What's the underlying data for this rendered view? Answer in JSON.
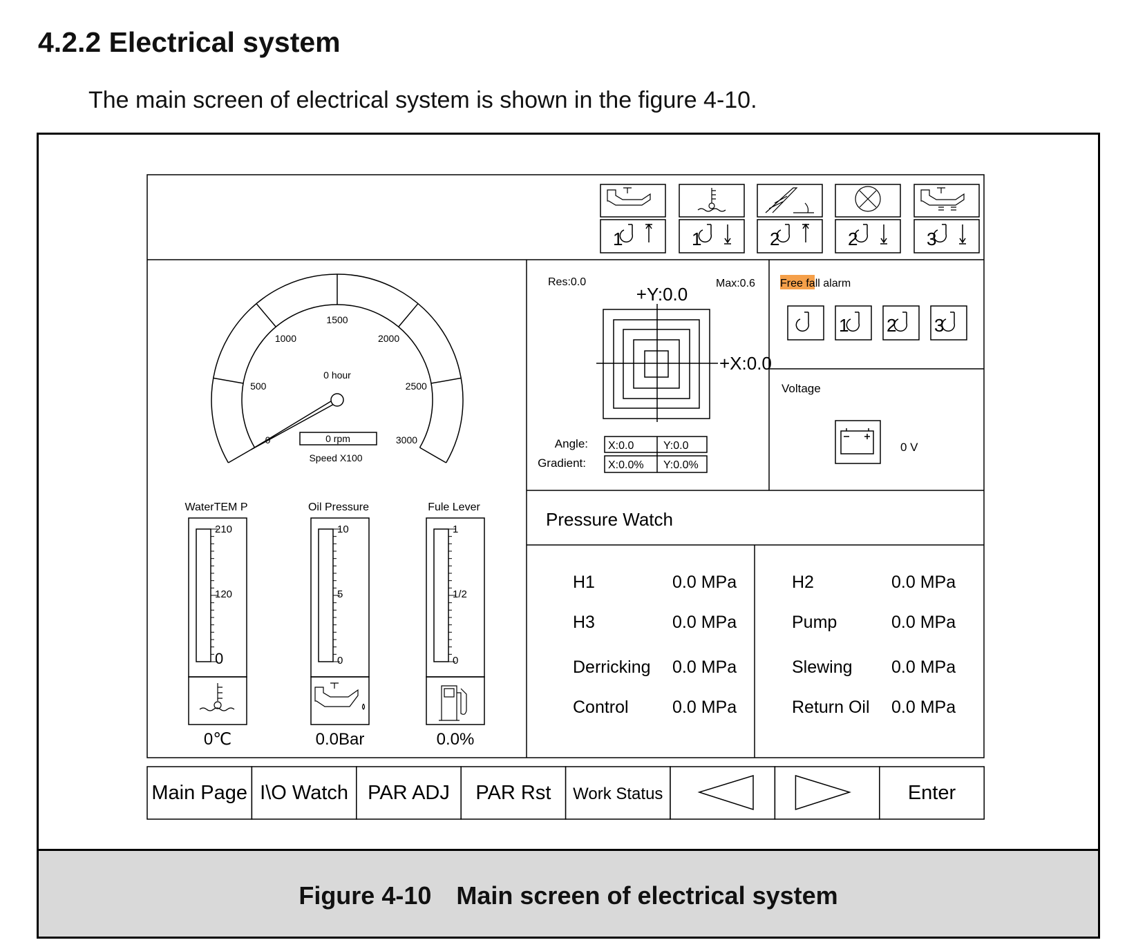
{
  "heading": "4.2.2 Electrical system",
  "intro": "The main screen of electrical system is shown in the figure 4-10.",
  "caption": "Figure 4-10　Main screen of electrical system",
  "screen": {
    "alarm_icons": [
      {
        "icon": "oil-pressure-icon",
        "label": "1",
        "arrow": "up"
      },
      {
        "icon": "water-temp-icon",
        "label": "1",
        "arrow": "down"
      },
      {
        "icon": "boom-angle-icon",
        "label": "2",
        "arrow": "up"
      },
      {
        "icon": "circle-x-icon",
        "label": "2",
        "arrow": "down"
      },
      {
        "icon": "hydraulic-oil-icon",
        "label": "3",
        "arrow": "down"
      }
    ],
    "gauge": {
      "ticks": [
        "0",
        "500",
        "1000",
        "1500",
        "2000",
        "2500",
        "3000"
      ],
      "hours": "0 hour",
      "rpm": "0 rpm",
      "speed_label": "Speed  X100",
      "value": 0
    },
    "meters": [
      {
        "title": "WaterTEM  P",
        "scale": [
          "210",
          "120",
          "0"
        ],
        "icon": "water-temp-icon",
        "value": "0℃"
      },
      {
        "title": "Oil Pressure",
        "scale": [
          "10",
          "5",
          "0"
        ],
        "icon": "oil-can-icon",
        "value": "0.0Bar"
      },
      {
        "title": "Fule Lever",
        "scale": [
          "1",
          "1/2",
          "0"
        ],
        "icon": "fuel-pump-icon",
        "value": "0.0%"
      }
    ],
    "level": {
      "res": "Res:0.0",
      "max": "Max:0.6",
      "y_axis": "+Y:0.0",
      "x_axis": "+X:0.0",
      "angle_label": "Angle:",
      "gradient_label": "Gradient:",
      "angle_x": "X:0.0",
      "angle_y": "Y:0.0",
      "gradient_x": "X:0.0%",
      "gradient_y": "Y:0.0%"
    },
    "free_fall": {
      "highlight": "Free fall",
      "rest": " alarm",
      "hooks": [
        "",
        "1",
        "2",
        "3"
      ],
      "highlight_color": "#f5a04a"
    },
    "voltage": {
      "label": "Voltage",
      "value": "0 V"
    },
    "pressure": {
      "title": "Pressure Watch",
      "left": [
        {
          "name": "H1",
          "value": "0.0 MPa"
        },
        {
          "name": "H3",
          "value": "0.0 MPa"
        },
        {
          "name": "Derricking",
          "value": "0.0 MPa"
        },
        {
          "name": "Control",
          "value": "0.0 MPa"
        }
      ],
      "right": [
        {
          "name": "H2",
          "value": "0.0 MPa"
        },
        {
          "name": "Pump",
          "value": "0.0 MPa"
        },
        {
          "name": "Slewing",
          "value": "0.0 MPa"
        },
        {
          "name": "Return Oil",
          "value": "0.0 MPa"
        }
      ]
    },
    "buttons": [
      "Main Page",
      "I\\O Watch",
      "PAR ADJ",
      "PAR Rst",
      "Work Status",
      "",
      "",
      "Enter"
    ],
    "button_icons": [
      "",
      "",
      "",
      "",
      "",
      "left-arrow-icon",
      "right-arrow-icon",
      ""
    ]
  }
}
